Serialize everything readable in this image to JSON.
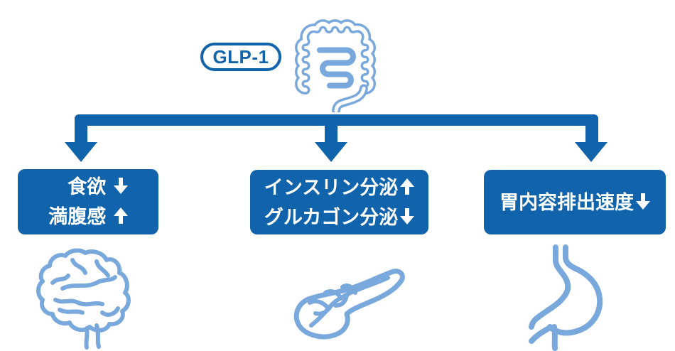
{
  "palette": {
    "dark_blue": "#1164ac",
    "light_blue": "#79a9dc",
    "box_text": "#ffffff"
  },
  "source": {
    "label": "GLP-1",
    "icon": "intestine-icon"
  },
  "branches": [
    {
      "icon": "brain-icon",
      "lines": [
        {
          "text": "食欲 ",
          "arrow": "down"
        },
        {
          "text": "満腹感 ",
          "arrow": "up"
        }
      ]
    },
    {
      "icon": "pancreas-icon",
      "lines": [
        {
          "text": "インスリン分泌",
          "arrow": "up"
        },
        {
          "text": "グルカゴン分泌",
          "arrow": "down"
        }
      ]
    },
    {
      "icon": "stomach-icon",
      "lines": [
        {
          "text": "胃内容排出速度",
          "arrow": "down"
        }
      ]
    }
  ]
}
